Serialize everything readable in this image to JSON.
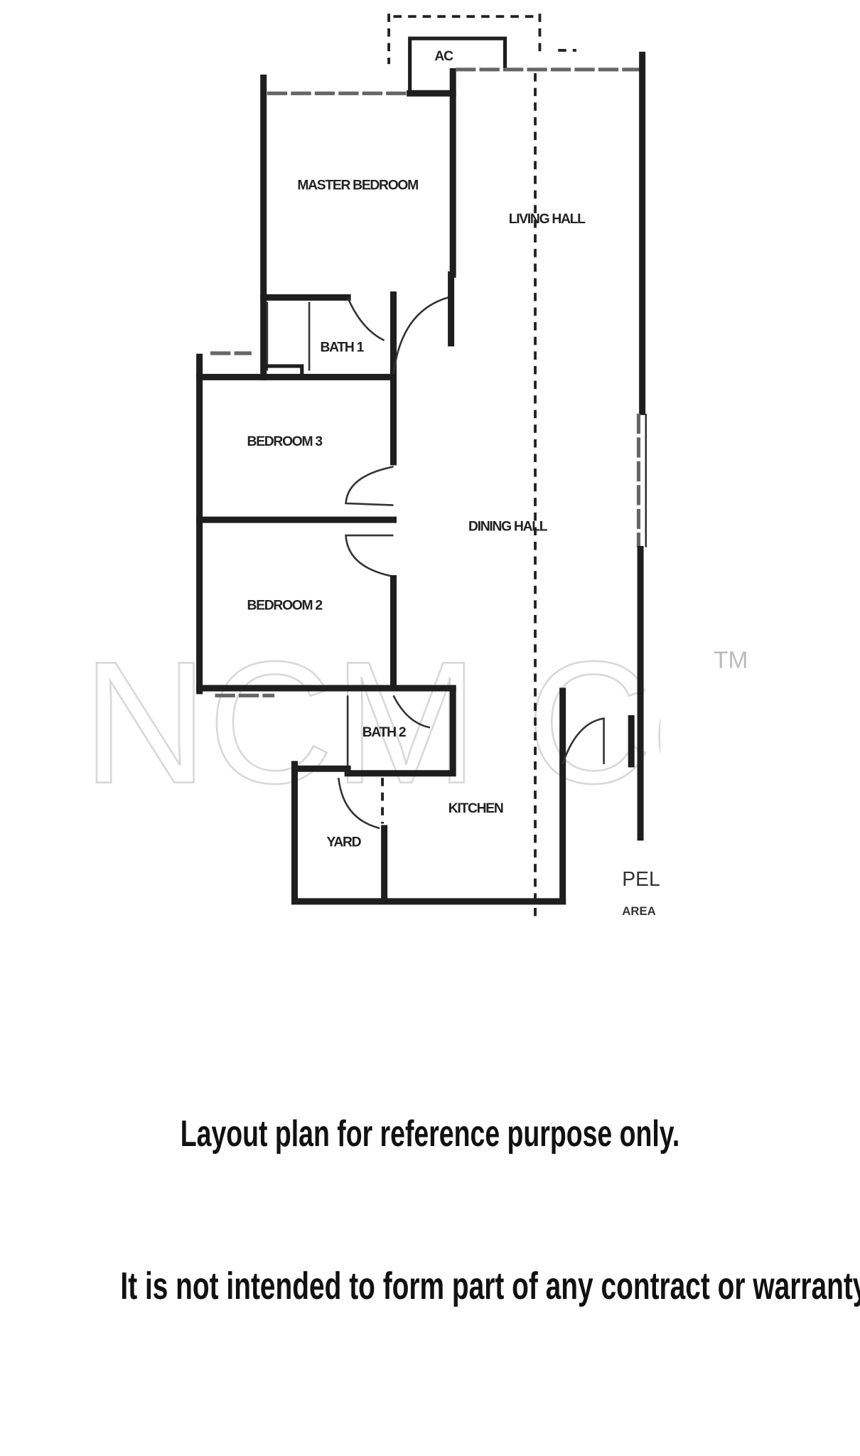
{
  "floor_plan": {
    "rooms": {
      "ac": "AC",
      "master_bedroom": "MASTER BEDROOM",
      "living_hall": "LIVING HALL",
      "bath1": "BATH 1",
      "bedroom3": "BEDROOM 3",
      "dining_hall": "DINING HALL",
      "bedroom2": "BEDROOM 2",
      "bath2": "BATH 2",
      "kitchen": "KITCHEN",
      "yard": "YARD"
    },
    "edge_text": {
      "pel": "PEL",
      "area": "AREA"
    },
    "watermark": "NCM Co",
    "trademark": "TM"
  },
  "disclaimer": {
    "line1": "Layout plan for reference purpose only.",
    "line2": "It is not intended to form part of any contract or warranty."
  }
}
